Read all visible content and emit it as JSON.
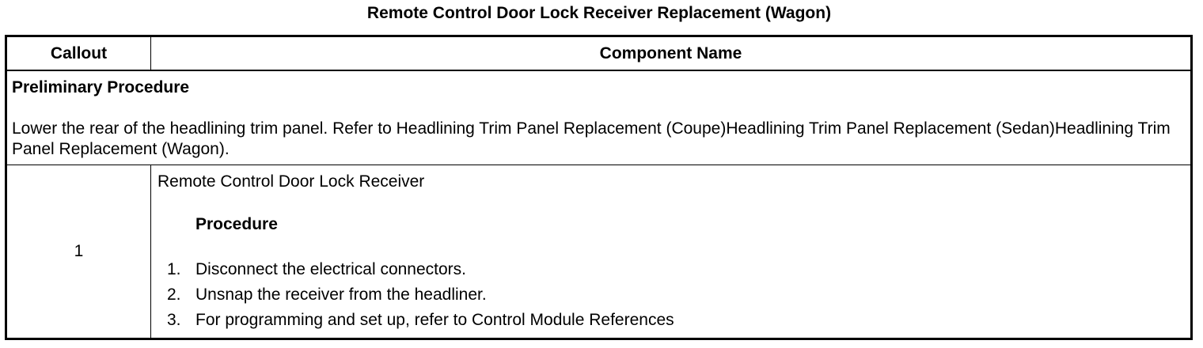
{
  "title": "Remote Control Door Lock Receiver Replacement (Wagon)",
  "table": {
    "headers": {
      "callout": "Callout",
      "component": "Component Name"
    },
    "preliminary": {
      "heading": "Preliminary Procedure",
      "text": "Lower the rear of the headlining trim panel. Refer to Headlining Trim Panel Replacement (Coupe)Headlining Trim Panel Replacement (Sedan)Headlining Trim Panel Replacement (Wagon)."
    },
    "rows": [
      {
        "callout": "1",
        "component_name": "Remote Control Door Lock Receiver",
        "procedure_heading": "Procedure",
        "steps": [
          {
            "num": "1.",
            "text": "Disconnect the electrical connectors."
          },
          {
            "num": "2.",
            "text": "Unsnap the receiver from the headliner."
          },
          {
            "num": "3.",
            "text": "For programming and set up, refer to Control Module References"
          }
        ]
      }
    ]
  }
}
